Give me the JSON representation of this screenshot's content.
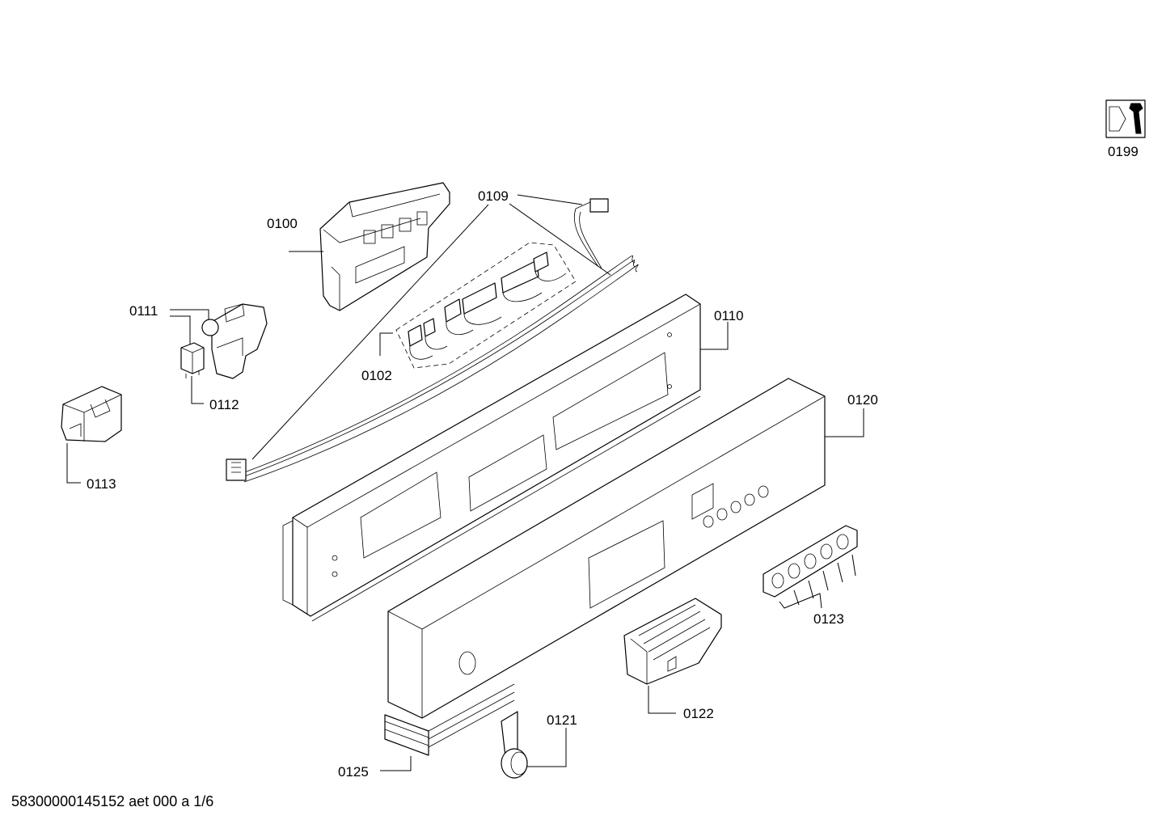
{
  "labels": {
    "p0100": "0100",
    "p0102": "0102",
    "p0109": "0109",
    "p0110": "0110",
    "p0111": "0111",
    "p0112": "0112",
    "p0113": "0113",
    "p0120": "0120",
    "p0121": "0121",
    "p0122": "0122",
    "p0123": "0123",
    "p0125": "0125",
    "p0199": "0199"
  },
  "footer": {
    "doc_id": "58300000145152 aet 000 a 1/6"
  }
}
